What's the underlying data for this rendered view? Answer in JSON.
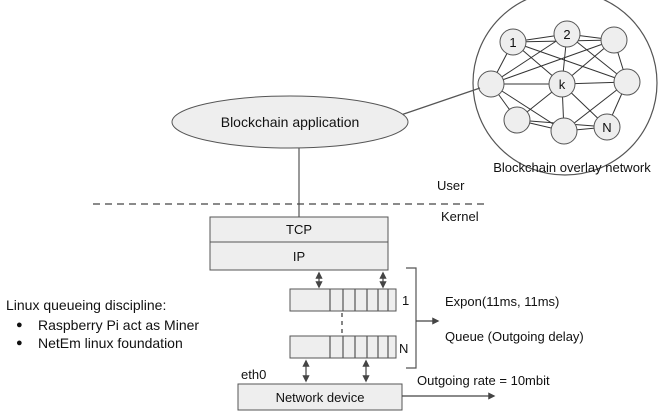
{
  "app": {
    "label": "Blockchain application"
  },
  "overlay": {
    "caption": "Blockchain overlay network",
    "node_labels": [
      "1",
      "2",
      "k",
      "N"
    ]
  },
  "layers": {
    "user": "User",
    "kernel": "Kernel"
  },
  "stack": {
    "tcp": "TCP",
    "ip": "IP"
  },
  "queues": {
    "first_label": "1",
    "last_label": "N",
    "distribution": "Expon(11ms, 11ms)",
    "description": "Queue (Outgoing delay)"
  },
  "device": {
    "interface": "eth0",
    "label": "Network device",
    "rate": "Outgoing rate = 10mbit"
  },
  "legend": {
    "title": "Linux queueing discipline:",
    "items": [
      "Raspberry Pi act as Miner",
      "NetEm linux foundation"
    ]
  }
}
